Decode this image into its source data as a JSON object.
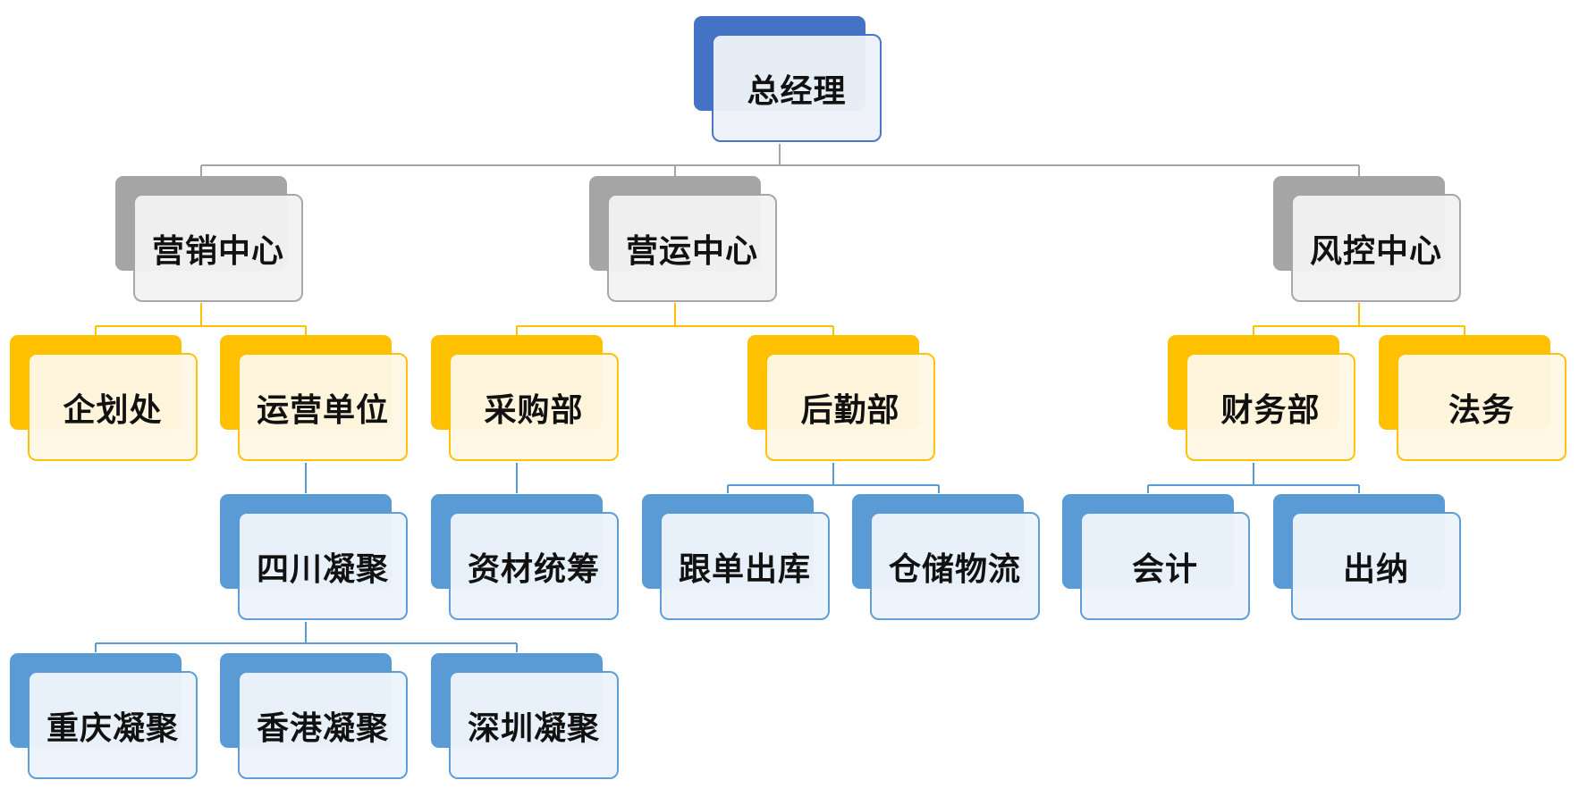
{
  "nodes": {
    "gm": "总经理",
    "marketing_center": "营销中心",
    "operations_center": "营运中心",
    "risk_center": "风控中心",
    "planning_office": "企划处",
    "operating_unit": "运营单位",
    "purchasing_dept": "采购部",
    "logistics_dept": "后勤部",
    "finance_dept": "财务部",
    "legal": "法务",
    "sichuan": "四川凝聚",
    "materials": "资材统筹",
    "order_outbound": "跟单出库",
    "warehousing": "仓储物流",
    "accounting": "会计",
    "cashier": "出纳",
    "chongqing": "重庆凝聚",
    "hongkong": "香港凝聚",
    "shenzhen": "深圳凝聚"
  },
  "colors": {
    "executive": "#4472c4",
    "center": "#a5a5a5",
    "department": "#ffc000",
    "unit": "#5b9bd5"
  }
}
